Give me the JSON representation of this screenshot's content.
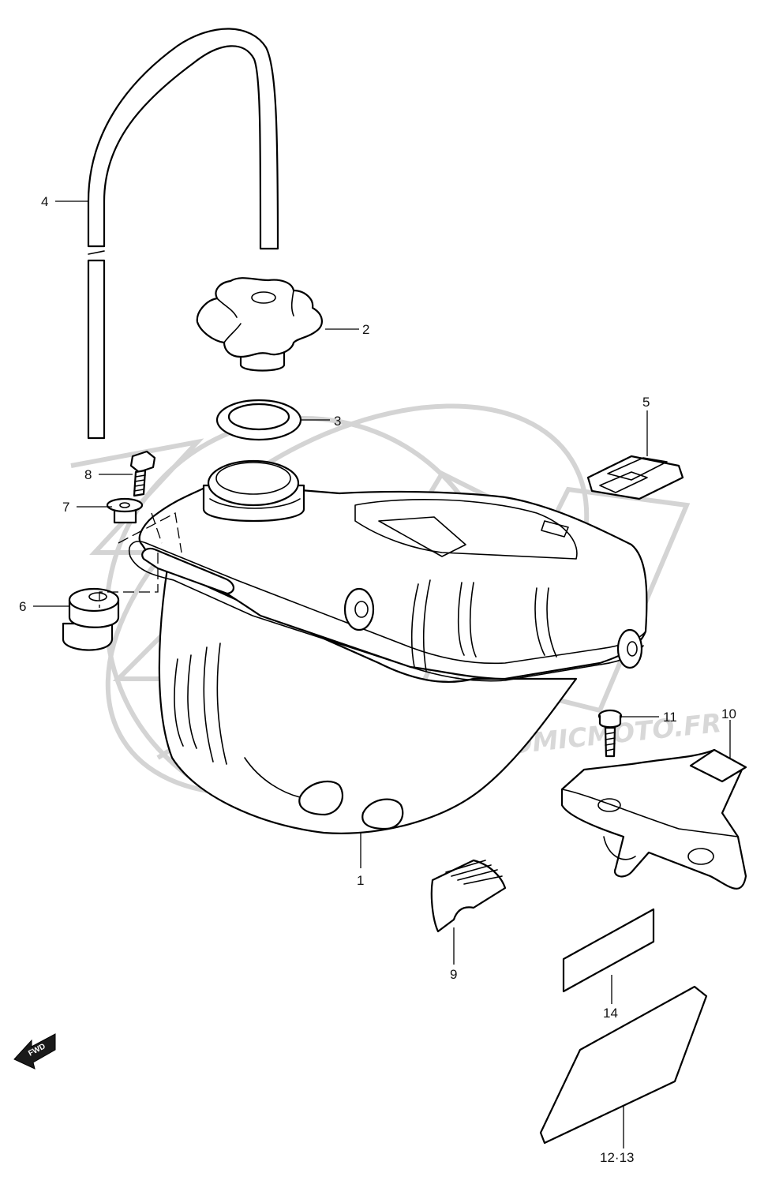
{
  "watermark": {
    "url": "WWW.ATOMICMOTO.FR",
    "word": "moto"
  },
  "fwd_label": "FWD",
  "callouts": [
    {
      "id": "1",
      "label": "1"
    },
    {
      "id": "2",
      "label": "2"
    },
    {
      "id": "3",
      "label": "3"
    },
    {
      "id": "4",
      "label": "4"
    },
    {
      "id": "5",
      "label": "5"
    },
    {
      "id": "6",
      "label": "6"
    },
    {
      "id": "7",
      "label": "7"
    },
    {
      "id": "8",
      "label": "8"
    },
    {
      "id": "9",
      "label": "9"
    },
    {
      "id": "10",
      "label": "10"
    },
    {
      "id": "11",
      "label": "11"
    },
    {
      "id": "12-13",
      "label": "12·13"
    },
    {
      "id": "14",
      "label": "14"
    }
  ]
}
